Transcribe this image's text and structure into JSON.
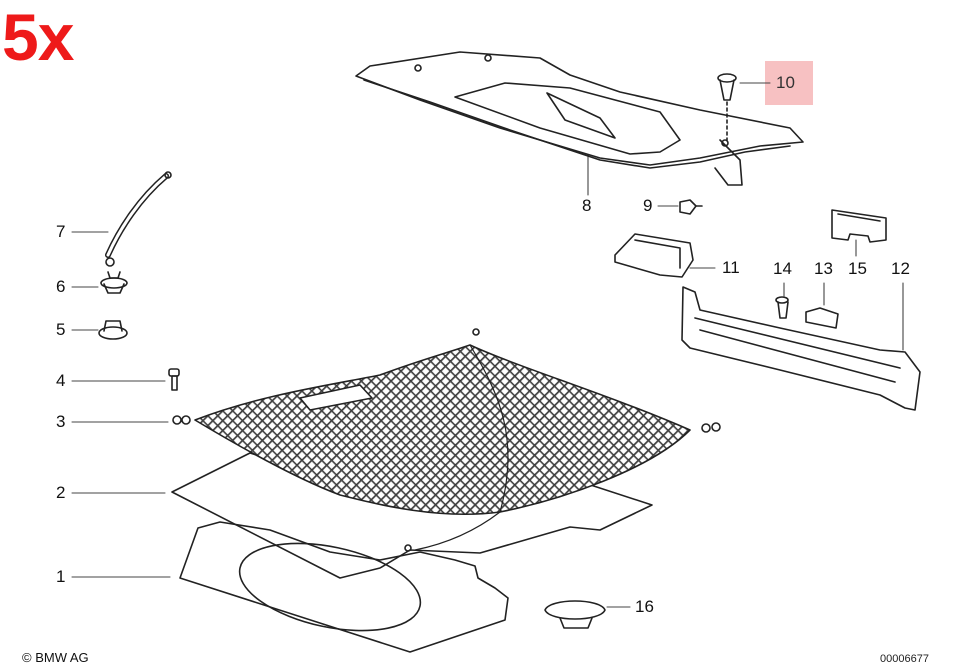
{
  "badge": {
    "text": "5x",
    "color": "#ee1a1a"
  },
  "highlight": {
    "part": "10",
    "color": "#f7c1c2"
  },
  "labels": [
    {
      "id": "1",
      "text": "1"
    },
    {
      "id": "2",
      "text": "2"
    },
    {
      "id": "3",
      "text": "3"
    },
    {
      "id": "4",
      "text": "4"
    },
    {
      "id": "5",
      "text": "5"
    },
    {
      "id": "6",
      "text": "6"
    },
    {
      "id": "7",
      "text": "7"
    },
    {
      "id": "8",
      "text": "8"
    },
    {
      "id": "9",
      "text": "9"
    },
    {
      "id": "10",
      "text": "10"
    },
    {
      "id": "11",
      "text": "11"
    },
    {
      "id": "12",
      "text": "12"
    },
    {
      "id": "13",
      "text": "13"
    },
    {
      "id": "14",
      "text": "14"
    },
    {
      "id": "15",
      "text": "15"
    },
    {
      "id": "16",
      "text": "16"
    }
  ],
  "footer": {
    "copyright": "© BMW AG",
    "drawing_no": "00006677"
  }
}
